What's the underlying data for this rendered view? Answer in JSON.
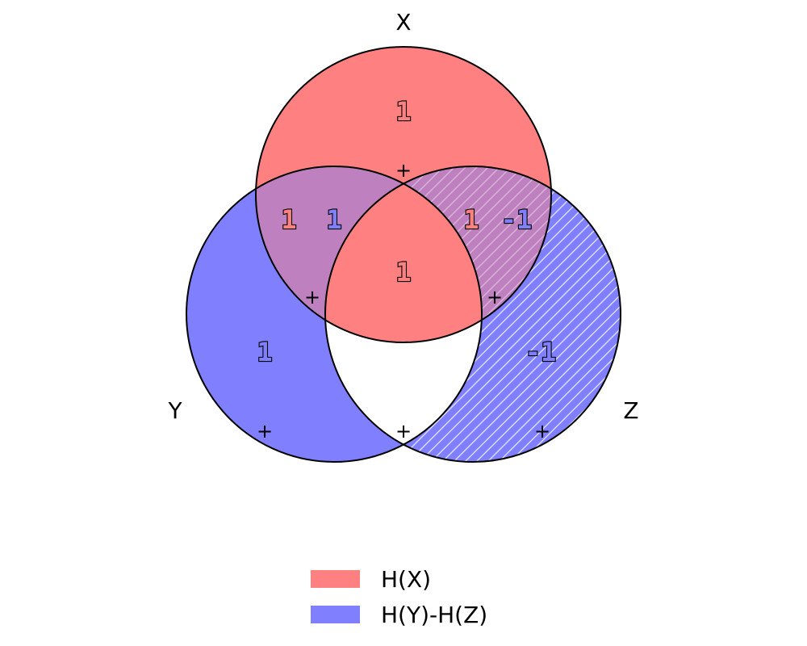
{
  "sets": [
    {
      "name": "X"
    },
    {
      "name": "Y"
    },
    {
      "name": "Z"
    }
  ],
  "legend": [
    {
      "label": "H(X)",
      "color": "#ff8080"
    },
    {
      "label": "H(Y)-H(Z)",
      "color": "#8080ff"
    }
  ],
  "region_values": {
    "x_only": "1",
    "xy_x": "1",
    "xy_yz": "1",
    "xz_x": "1",
    "xz_yz": "-1",
    "xyz": "1",
    "y_only": "1",
    "z_only": "-1"
  },
  "plus_marker": "+",
  "colors": {
    "red": "#ff8080",
    "blue": "#8080ff",
    "purple": "#bf80bf",
    "outline": "#000000"
  }
}
